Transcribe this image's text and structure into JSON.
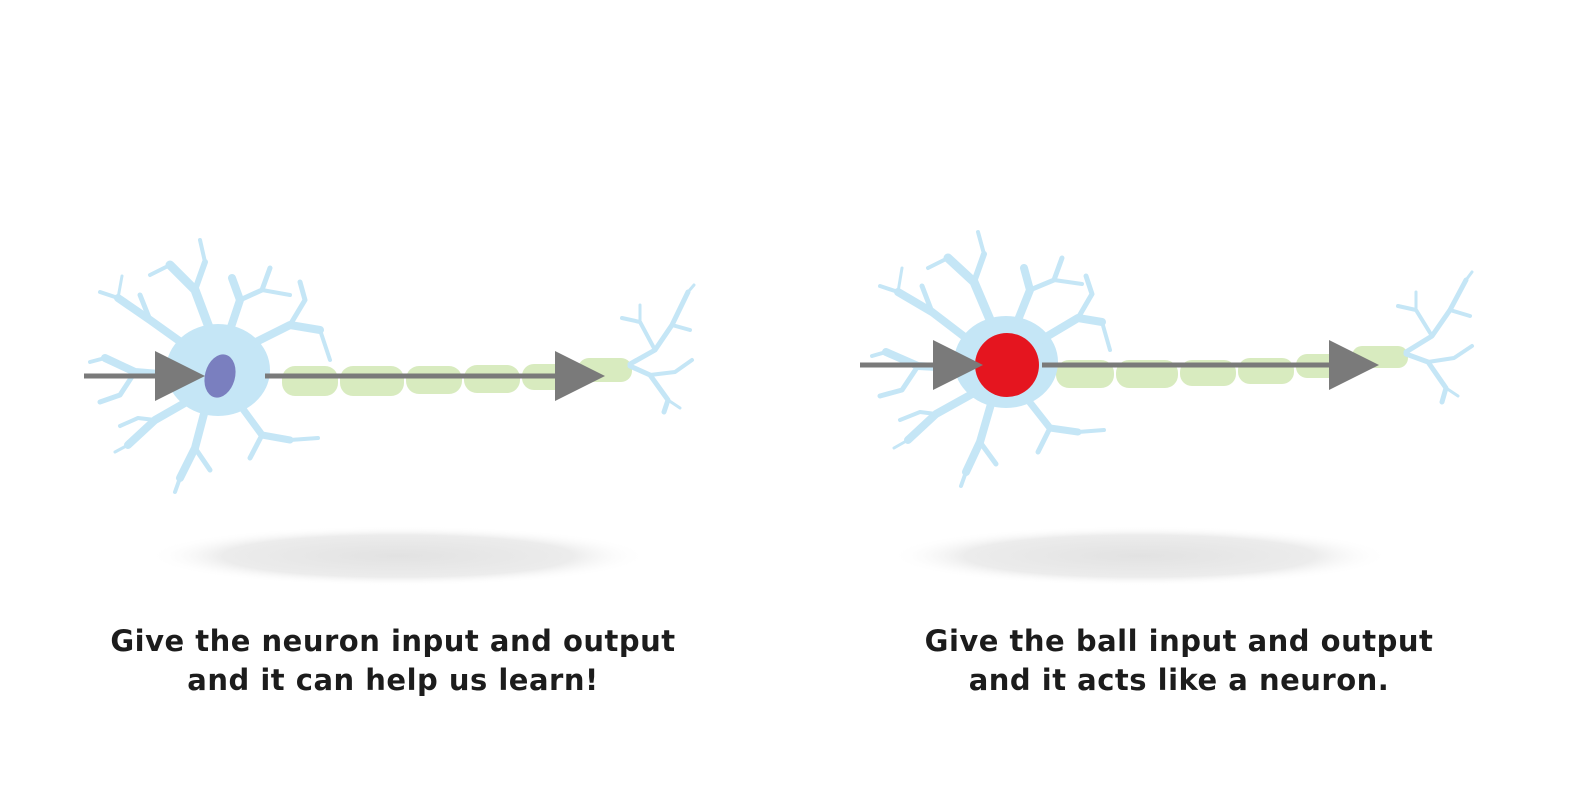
{
  "panels": [
    {
      "caption": {
        "line1": "Give the neuron input and output",
        "line2": "and it can help us learn!"
      },
      "center": "nucleus"
    },
    {
      "caption": {
        "line1": "Give the ball input and output",
        "line2": "and it acts like a neuron."
      },
      "center": "ball"
    }
  ],
  "colors": {
    "dendrite": "#c5e6f6",
    "myelin": "#d8ebbf",
    "arrow": "#7a7a7a",
    "nucleus": "#7a7fbf",
    "ball": "#e5151f",
    "shadow": "#e6e6e6",
    "text": "#1c1c1c"
  }
}
